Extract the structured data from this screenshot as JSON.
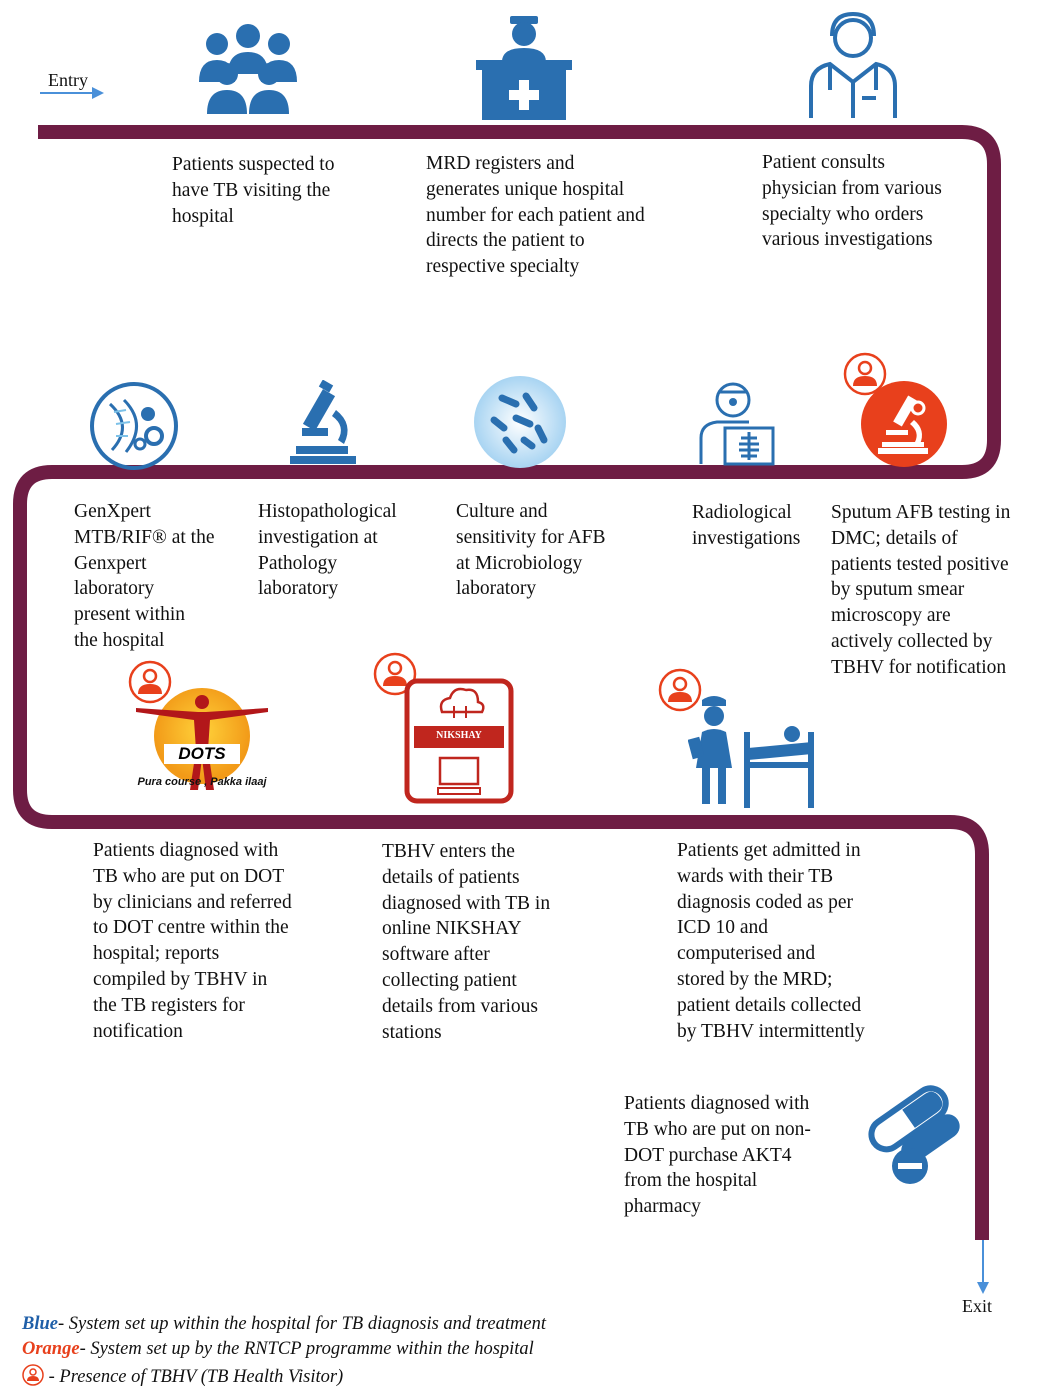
{
  "entry_label": "Entry",
  "exit_label": "Exit",
  "steps": [
    {
      "text": "Patients suspected to\nhave TB visiting the\nhospital",
      "icon": "people-icon",
      "system": "blue",
      "tbhv": false
    },
    {
      "text": "MRD registers and\ngenerates unique hospital\nnumber for each patient and\ndirects the patient to\nrespective specialty",
      "icon": "reception-desk-icon",
      "system": "blue",
      "tbhv": false
    },
    {
      "text": "Patient consults\nphysician from various\nspecialty who orders\nvarious investigations",
      "icon": "physician-icon",
      "system": "blue",
      "tbhv": false
    },
    {
      "text": "Sputum AFB testing in\nDMC; details of\npatients tested positive\nby sputum smear\nmicroscopy are\nactively collected by\nTBHV for notification",
      "icon": "microscope-icon",
      "system": "orange",
      "tbhv": true
    },
    {
      "text": "Radiological\ninvestigations",
      "icon": "x-ray-icon",
      "system": "blue",
      "tbhv": false
    },
    {
      "text": "Culture and\nsensitivity for AFB\nat Microbiology\nlaboratory",
      "icon": "bacteria-icon",
      "system": "blue",
      "tbhv": false
    },
    {
      "text": "Histopathological\ninvestigation at\nPathology\nlaboratory",
      "icon": "microscope-icon",
      "system": "blue",
      "tbhv": false
    },
    {
      "text": "GenXpert\nMTB/RIF® at the\nGenxpert\nlaboratory\npresent within\nthe hospital",
      "icon": "dna-icon",
      "system": "blue",
      "tbhv": false
    },
    {
      "text": "Patients diagnosed with\nTB who are put on DOT\nby clinicians and referred\nto DOT centre within the\nhospital; reports\ncompiled by TBHV in\nthe TB registers for\nnotification",
      "icon": "dots-logo",
      "system": "orange",
      "tbhv": true
    },
    {
      "text": "TBHV enters the\ndetails of patients\ndiagnosed with TB in\nonline NIKSHAY\nsoftware after\ncollecting patient\ndetails from various\nstations",
      "icon": "nikshay-icon",
      "system": "orange",
      "tbhv": true
    },
    {
      "text": "Patients get admitted in\nwards with their TB\ndiagnosis coded as per\nICD 10 and\ncomputerised and\nstored  by the MRD;\npatient details collected\nby TBHV intermittently",
      "icon": "ward-nurse-icon",
      "system": "blue",
      "tbhv": true
    },
    {
      "text": "Patients diagnosed with\nTB who are put on non-\nDOT purchase AKT4\nfrom the hospital\npharmacy",
      "icon": "pills-icon",
      "system": "blue",
      "tbhv": false
    }
  ],
  "dots_logo": {
    "title": "DOTS",
    "tagline": "Pura course , Pakka ilaaj"
  },
  "nikshay_label": "NIKSHAY",
  "legend": {
    "blue_word": "Blue",
    "blue_text": "- System set up within the hospital for TB diagnosis and treatment",
    "orange_word": "Orange",
    "orange_text": "- System set up by the RNTCP programme within the hospital",
    "tbhv_text": " - Presence of TBHV (TB Health Visitor)"
  },
  "colors": {
    "path": "#6e1d44",
    "blue": "#1f5fa8",
    "orange": "#e8401c",
    "arrow": "#4a90d9"
  }
}
